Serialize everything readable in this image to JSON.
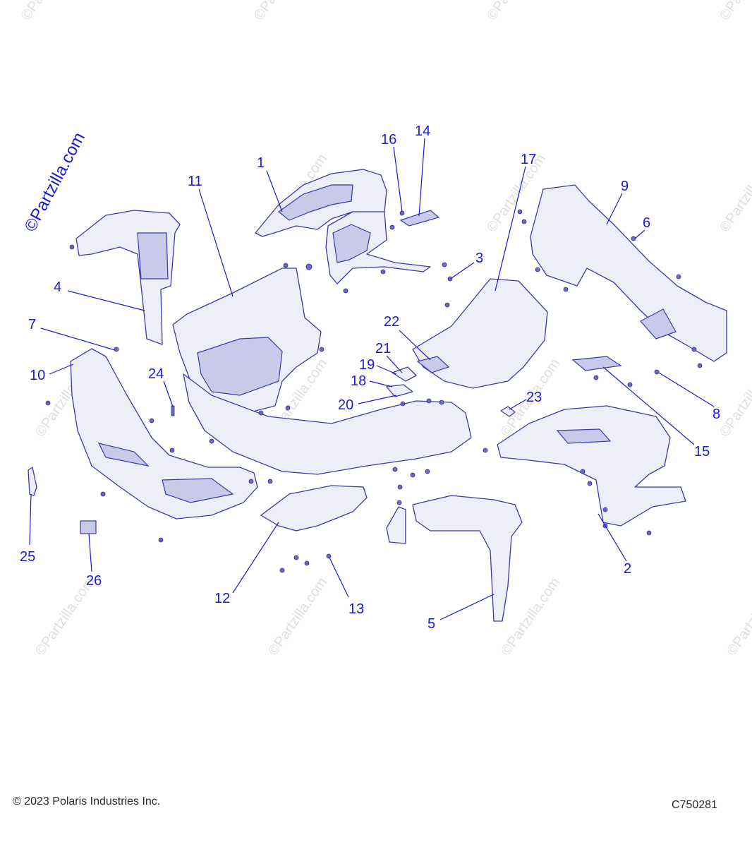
{
  "brand_watermark": "©Partzilla.com",
  "tile_watermark": "©Partzilla.com",
  "copyright": "© 2023 Polaris Industries Inc.",
  "diagram_code": "C750281",
  "colors": {
    "callout": "#1a1ad6",
    "part_outline": "#3a3ab0",
    "part_fill": "#eeeef8"
  },
  "callouts": [
    "1",
    "2",
    "3",
    "4",
    "5",
    "6",
    "7",
    "8",
    "9",
    "10",
    "11",
    "12",
    "13",
    "14",
    "15",
    "16",
    "17",
    "18",
    "19",
    "20",
    "21",
    "22",
    "23",
    "24",
    "25",
    "26"
  ]
}
